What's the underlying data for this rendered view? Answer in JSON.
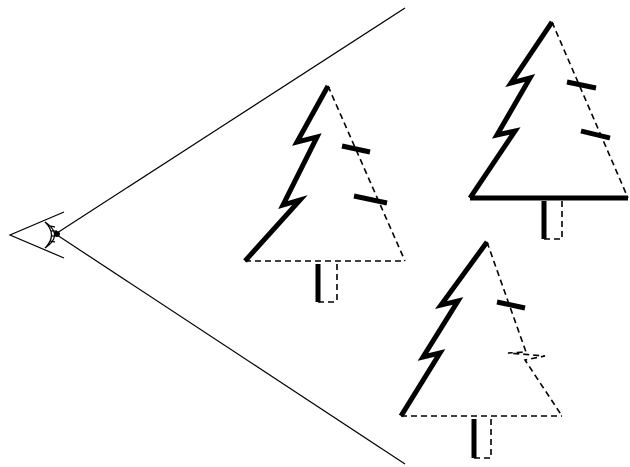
{
  "diagram": {
    "description_items": [
      {
        "name": "eye-icon"
      },
      {
        "name": "left-tree"
      },
      {
        "name": "top-right-tree"
      },
      {
        "name": "bottom-right-tree"
      }
    ],
    "colors": {
      "ink": "#000000",
      "background": "#ffffff"
    }
  }
}
